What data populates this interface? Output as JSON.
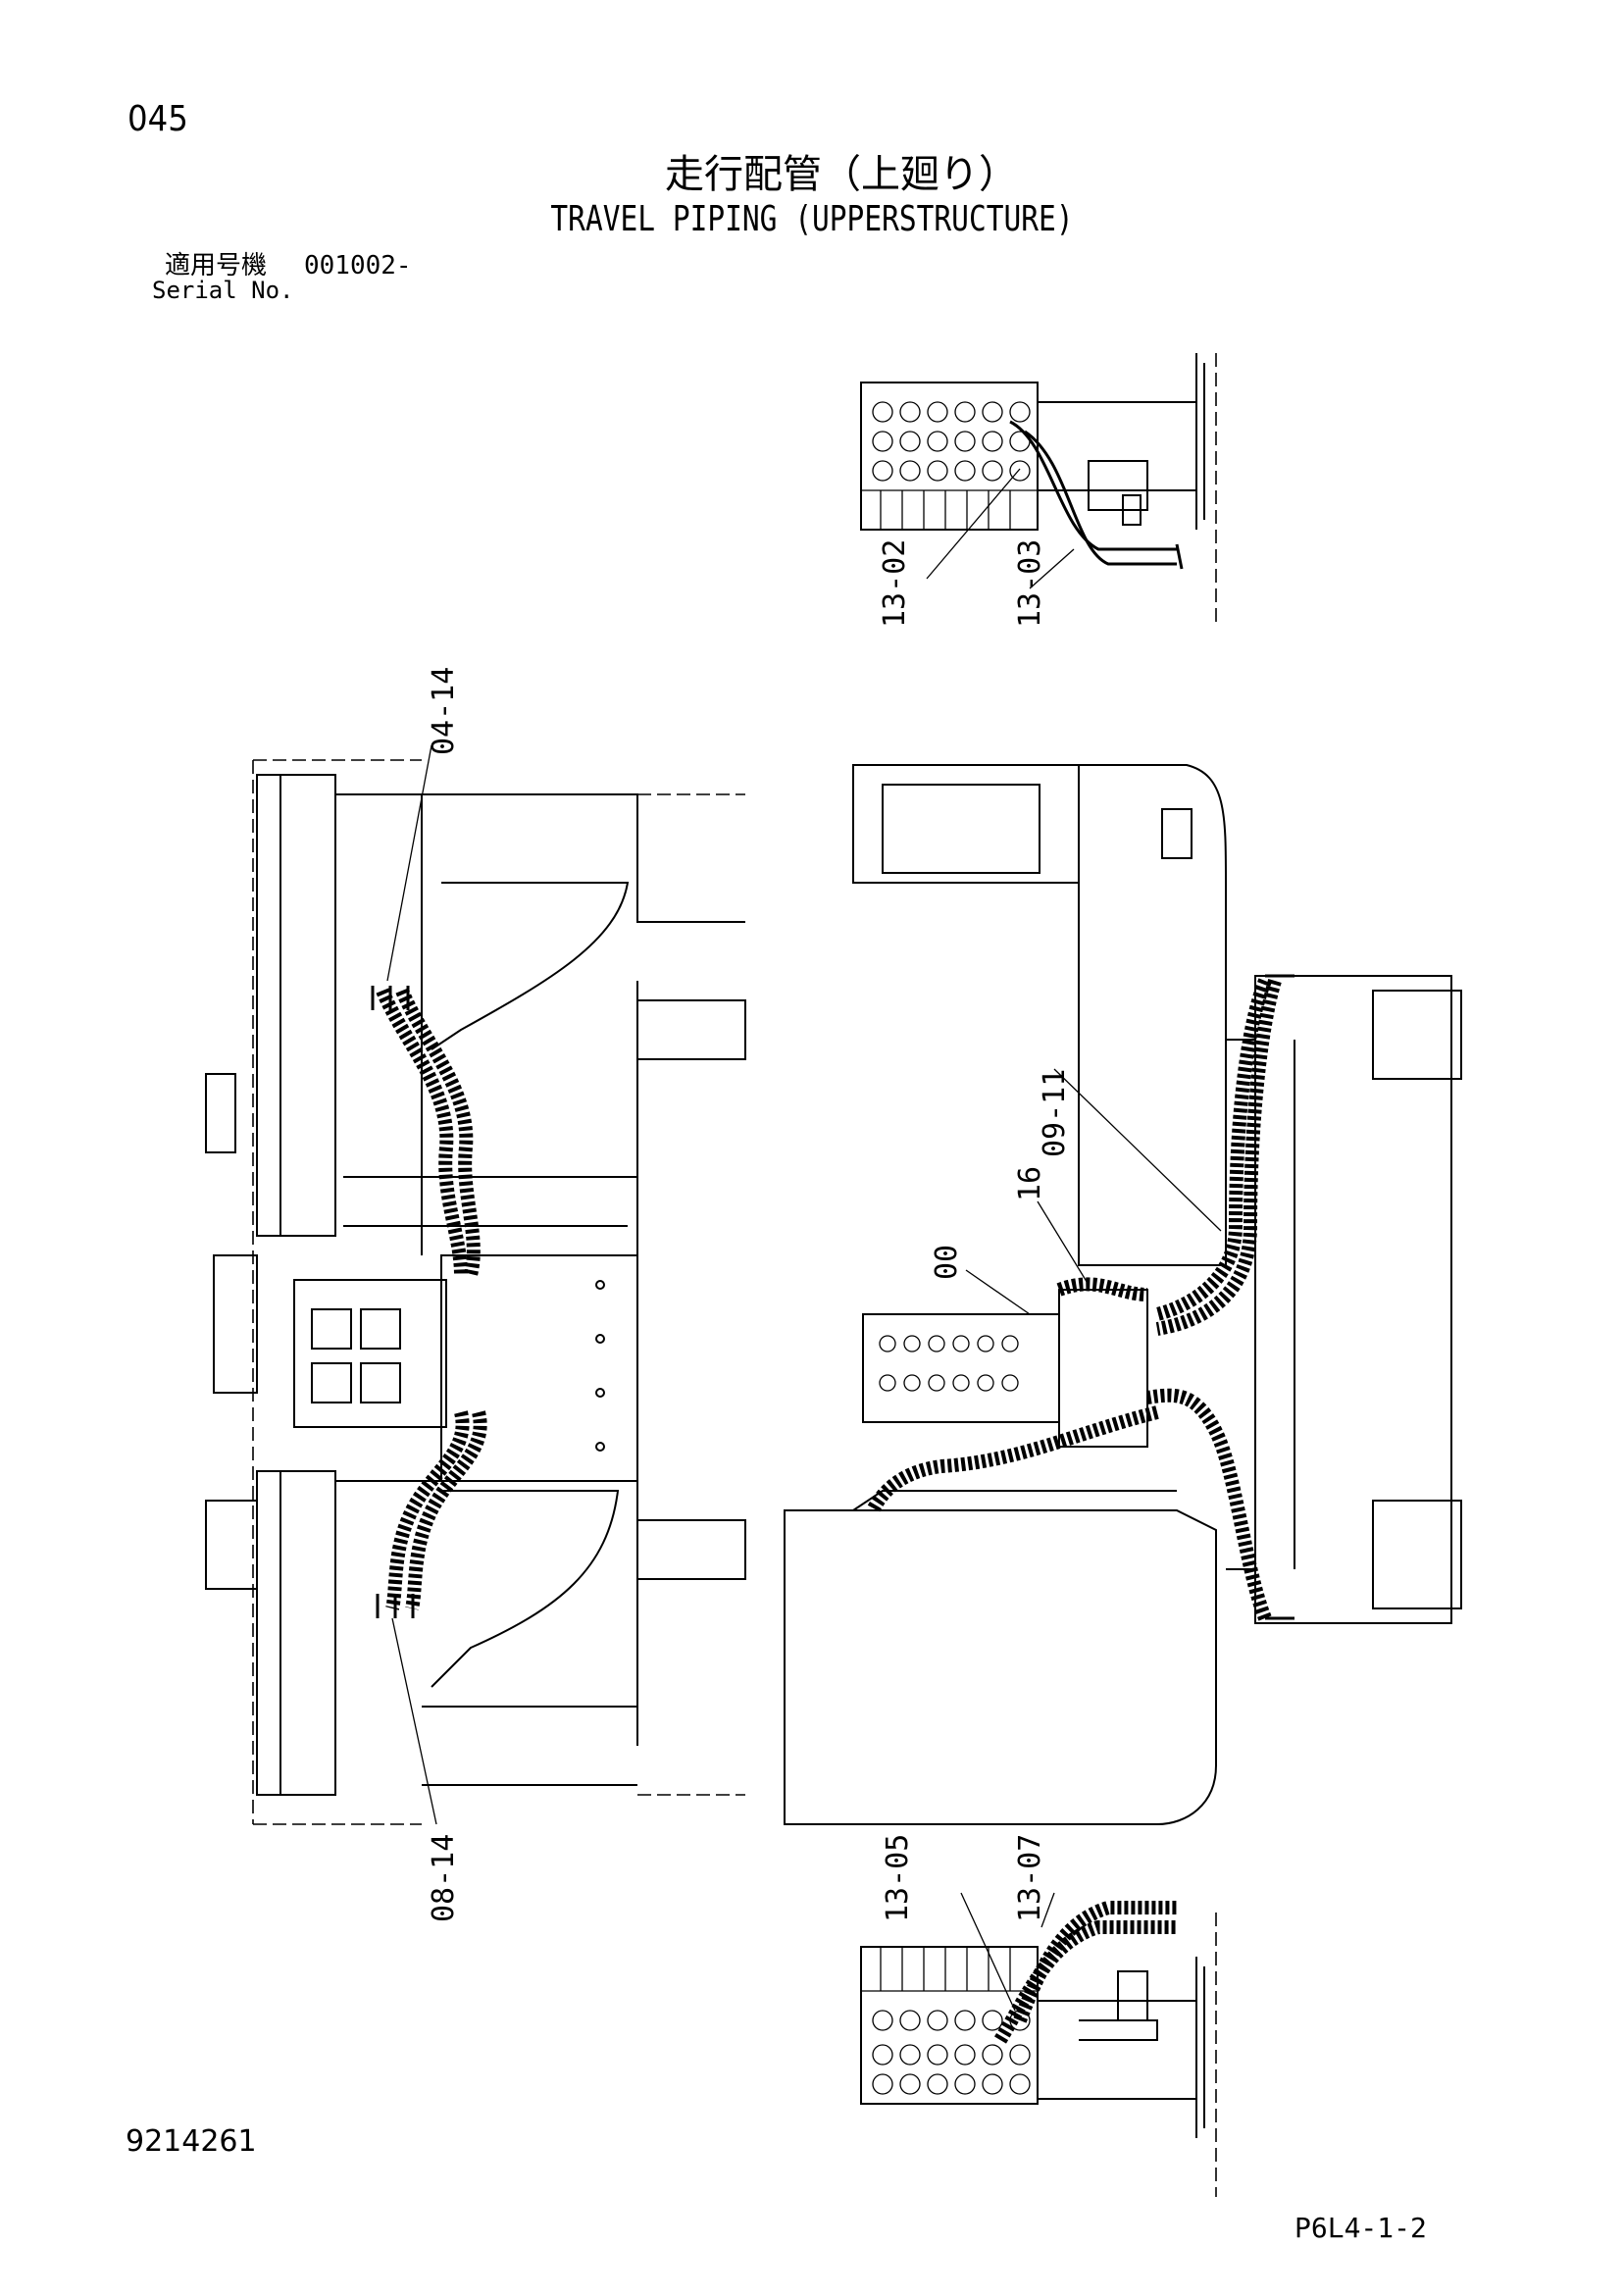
{
  "header": {
    "page_number": "045",
    "title_jp": "走行配管（上廻り）",
    "title_en": "TRAVEL PIPING (UPPERSTRUCTURE)",
    "serial_label_jp": "適用号機",
    "serial_value": "001002-",
    "serial_label_en": "Serial No."
  },
  "callouts": {
    "c1": "13-02",
    "c2": "13-03",
    "c3": "04-14",
    "c4": "09-11",
    "c5": "16",
    "c6": "00",
    "c7": "08-14",
    "c8": "13-05",
    "c9": "13-07"
  },
  "footer": {
    "doc_code": "9214261",
    "page_ref": "P6L4-1-2"
  }
}
